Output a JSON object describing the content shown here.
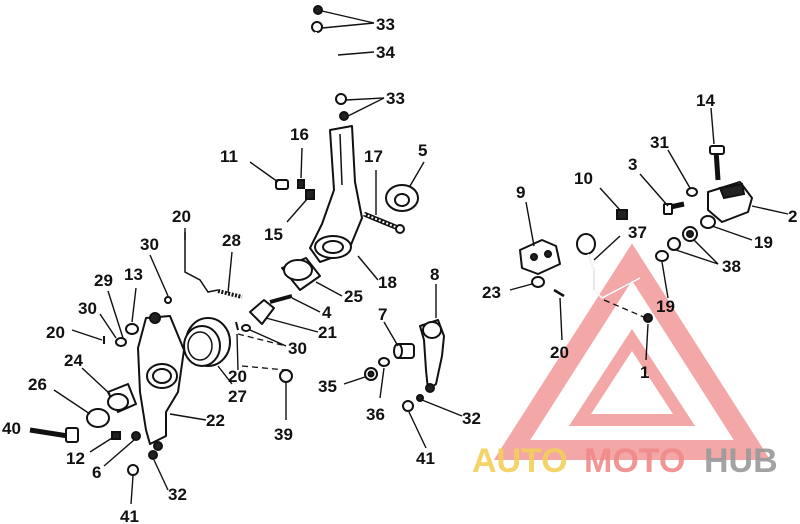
{
  "callouts": [
    {
      "id": "33",
      "label": "33"
    },
    {
      "id": "34",
      "label": "34"
    },
    {
      "id": "33b",
      "label": "33"
    },
    {
      "id": "16",
      "label": "16"
    },
    {
      "id": "11",
      "label": "11"
    },
    {
      "id": "17",
      "label": "17"
    },
    {
      "id": "5",
      "label": "5"
    },
    {
      "id": "15",
      "label": "15"
    },
    {
      "id": "20a",
      "label": "20"
    },
    {
      "id": "30a",
      "label": "30"
    },
    {
      "id": "28",
      "label": "28"
    },
    {
      "id": "29",
      "label": "29"
    },
    {
      "id": "13",
      "label": "13"
    },
    {
      "id": "30b",
      "label": "30"
    },
    {
      "id": "20b",
      "label": "20"
    },
    {
      "id": "24",
      "label": "24"
    },
    {
      "id": "26",
      "label": "26"
    },
    {
      "id": "40",
      "label": "40"
    },
    {
      "id": "12",
      "label": "12"
    },
    {
      "id": "6",
      "label": "6"
    },
    {
      "id": "41a",
      "label": "41"
    },
    {
      "id": "32a",
      "label": "32"
    },
    {
      "id": "22",
      "label": "22"
    },
    {
      "id": "27",
      "label": "27"
    },
    {
      "id": "20c",
      "label": "20"
    },
    {
      "id": "39",
      "label": "39"
    },
    {
      "id": "30c",
      "label": "30"
    },
    {
      "id": "21",
      "label": "21"
    },
    {
      "id": "4",
      "label": "4"
    },
    {
      "id": "25",
      "label": "25"
    },
    {
      "id": "18",
      "label": "18"
    },
    {
      "id": "8",
      "label": "8"
    },
    {
      "id": "7",
      "label": "7"
    },
    {
      "id": "35",
      "label": "35"
    },
    {
      "id": "36",
      "label": "36"
    },
    {
      "id": "32b",
      "label": "32"
    },
    {
      "id": "41b",
      "label": "41"
    },
    {
      "id": "9",
      "label": "9"
    },
    {
      "id": "10",
      "label": "10"
    },
    {
      "id": "3",
      "label": "3"
    },
    {
      "id": "31",
      "label": "31"
    },
    {
      "id": "14",
      "label": "14"
    },
    {
      "id": "2",
      "label": "2"
    },
    {
      "id": "19a",
      "label": "19"
    },
    {
      "id": "37",
      "label": "37"
    },
    {
      "id": "38",
      "label": "38"
    },
    {
      "id": "19b",
      "label": "19"
    },
    {
      "id": "23",
      "label": "23"
    },
    {
      "id": "20d",
      "label": "20"
    },
    {
      "id": "1",
      "label": "1"
    }
  ],
  "watermark": {
    "word1": "AUTO",
    "word2": "MOTO",
    "word3": "HUB",
    "triangle_color": "#f08a8a",
    "auto_color": "#f3cf5b",
    "hub_color": "#9a9a9a"
  }
}
